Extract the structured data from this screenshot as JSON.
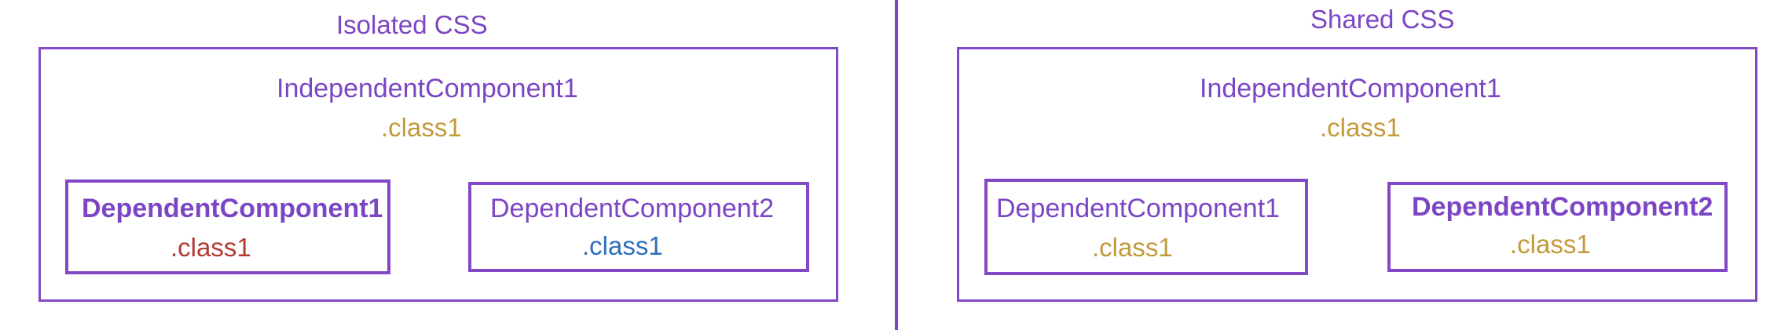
{
  "diagram": {
    "colors": {
      "frame": "#8248c8",
      "component_text": "#7b45c4",
      "shared_class": "#c39a3a",
      "isolated_class_dep1": "#b23a32",
      "isolated_class_dep2": "#2d6fbf"
    },
    "left_panel": {
      "title": "Isolated CSS",
      "independent": {
        "name": "IndependentComponent1",
        "class_label": ".class1"
      },
      "dependents": [
        {
          "name": "DependentComponent1",
          "class_label": ".class1"
        },
        {
          "name": "DependentComponent2",
          "class_label": ".class1"
        }
      ]
    },
    "right_panel": {
      "title": "Shared CSS",
      "independent": {
        "name": "IndependentComponent1",
        "class_label": ".class1"
      },
      "dependents": [
        {
          "name": "DependentComponent1",
          "class_label": ".class1"
        },
        {
          "name": "DependentComponent2",
          "class_label": ".class1"
        }
      ]
    }
  }
}
